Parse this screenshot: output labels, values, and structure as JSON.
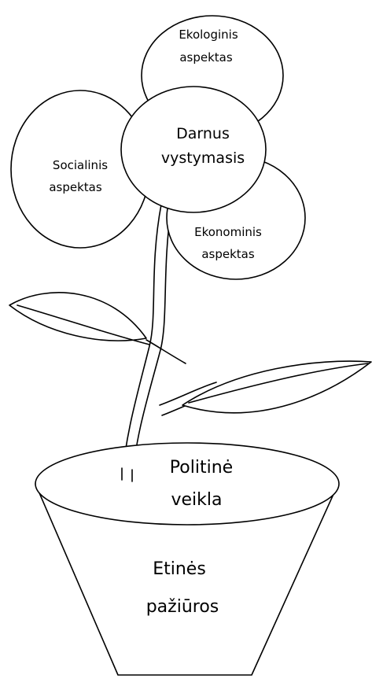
{
  "diagram": {
    "petals": {
      "top": {
        "line1": "Ekologinis",
        "line2": "aspektas"
      },
      "left": {
        "line1": "Socialinis",
        "line2": "aspektas"
      },
      "right": {
        "line1": "Ekonominis",
        "line2": "aspektas"
      }
    },
    "center": {
      "line1": "Darnus",
      "line2": "vystymasis"
    },
    "pot_rim": {
      "line1": "Politinė",
      "line2": "veikla"
    },
    "pot_body": {
      "line1": "Etinės",
      "line2": "pažiūros"
    }
  },
  "colors": {
    "stroke": "#000000",
    "fill": "#ffffff"
  }
}
